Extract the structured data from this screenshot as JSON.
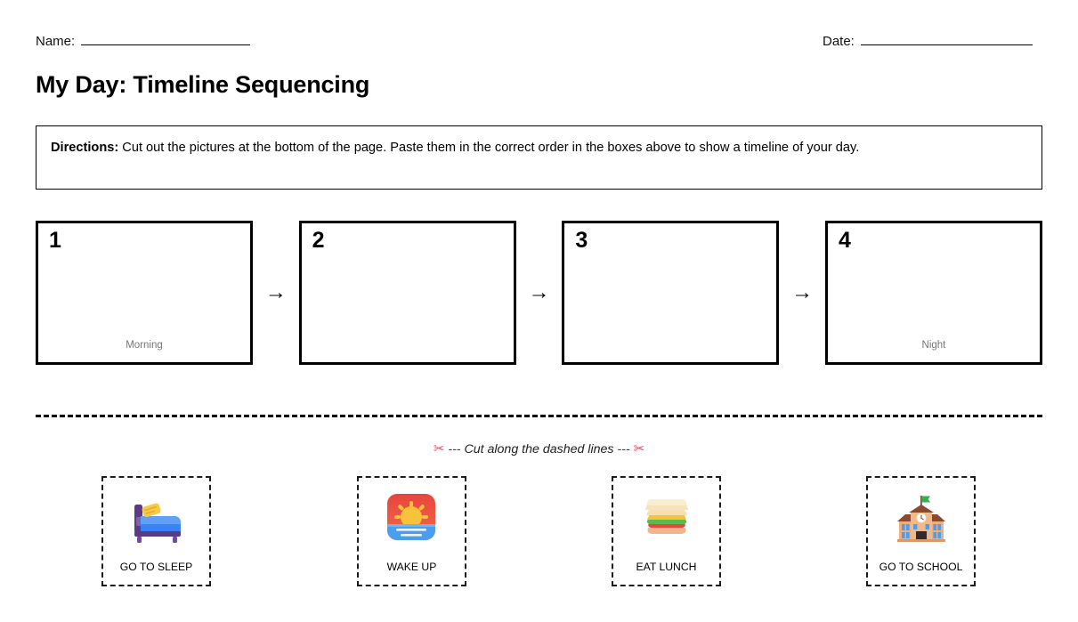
{
  "header": {
    "name_label": "Name:",
    "date_label": "Date:",
    "title": "My Day: Timeline Sequencing"
  },
  "directions": {
    "label": "Directions:",
    "text": " Cut out the pictures at the bottom of the page. Paste them in the correct order in the boxes above to show a timeline of your day."
  },
  "sequence": {
    "arrow_glyph": "→",
    "boxes": [
      {
        "number": "1",
        "hint": "Morning"
      },
      {
        "number": "2",
        "hint": ""
      },
      {
        "number": "3",
        "hint": ""
      },
      {
        "number": "4",
        "hint": "Night"
      }
    ]
  },
  "cut_line": {
    "scissors_left": "✂",
    "scissors_right": "✂",
    "dashes_left": "---",
    "dashes_right": "---",
    "caption": "Cut along the dashed lines"
  },
  "cards": [
    {
      "label": "GO TO SLEEP",
      "icon": "bed-icon"
    },
    {
      "label": "WAKE UP",
      "icon": "sunrise-icon"
    },
    {
      "label": "EAT LUNCH",
      "icon": "sandwich-icon"
    },
    {
      "label": "GO TO SCHOOL",
      "icon": "school-icon"
    }
  ],
  "colors": {
    "ink": "#000000",
    "hint_gray": "#777777",
    "scissors_red": "#e8536a",
    "bed_frame": "#5b3a86",
    "bed_blanket": "#3b82f6",
    "bed_pillow": "#f7c948",
    "sky_red": "#e8453c",
    "sun_yellow": "#f9c23c",
    "water_blue": "#4a9ef0",
    "bread_tan": "#f6dfb2",
    "cheese_yellow": "#f7c948",
    "lettuce_green": "#5fb84e",
    "tomato_red": "#e8453c",
    "school_wall": "#eeae7d",
    "school_roof": "#8b4a2f",
    "flag_green": "#2fb24c",
    "window_blue": "#4a9ef0"
  }
}
